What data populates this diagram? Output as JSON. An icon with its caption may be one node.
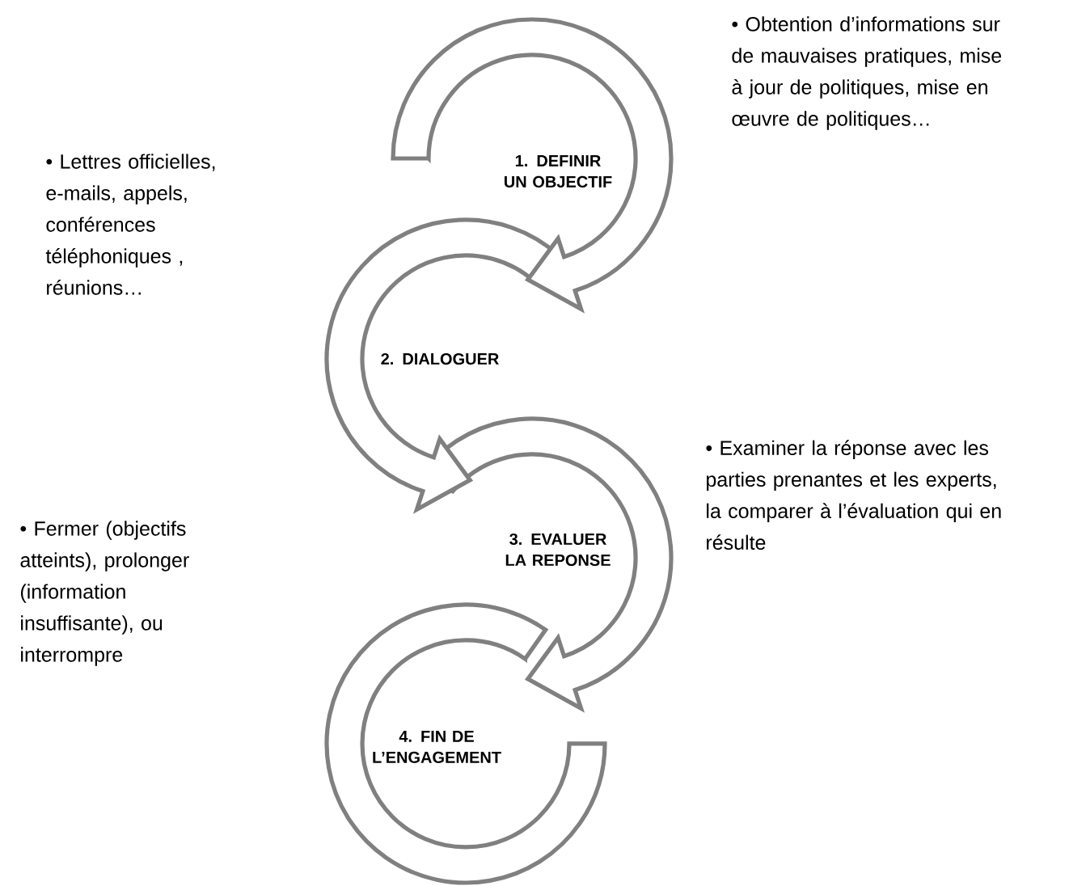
{
  "diagram": {
    "nodes": [
      {
        "text": [
          "1. DEFINIR UN OBJECTIF"
        ]
      },
      {
        "text": [
          "2. DIALOGUER"
        ]
      },
      {
        "text": [
          "3. EVALUER LA REPONSE"
        ]
      },
      {
        "text": [
          "4. FIN DE L’ENGAGEMENT"
        ]
      }
    ],
    "labels": [
      "• Obtention d’informations sur de mauvaises pratiques, mise à jour de politiques, mise en œuvre de politiques…",
      "• Lettres officielles, e-mails, appels, conférences téléphoniques , réunions…",
      "• Examiner la réponse avec les parties prenantes et les experts, la comparer à l’évaluation qui en résulte",
      "• Fermer (objectifs atteints), prolonger (information insuffisante), ou interrompre"
    ]
  }
}
